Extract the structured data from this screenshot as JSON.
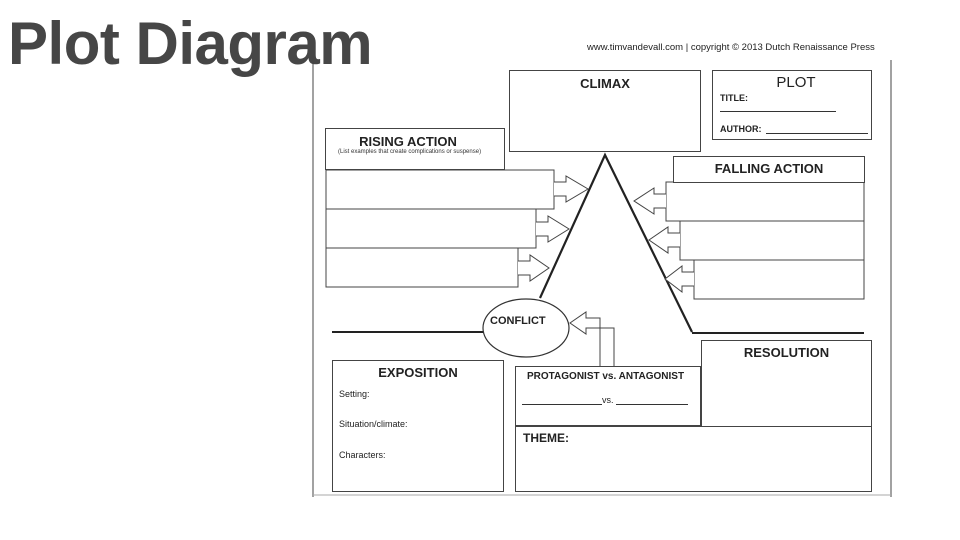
{
  "slide": {
    "title": "Plot Diagram"
  },
  "worksheet": {
    "credit": "www.timvandevall.com | copyright © 2013 Dutch Renaissance Press",
    "climax": {
      "label": "CLIMAX"
    },
    "plot_box": {
      "heading": "PLOT",
      "title_label": "TITLE:",
      "author_label": "AUTHOR:"
    },
    "rising_action": {
      "label": "RISING ACTION",
      "note": "(List examples that create complications or suspense)"
    },
    "falling_action": {
      "label": "FALLING ACTION"
    },
    "conflict": {
      "label": "CONFLICT"
    },
    "exposition": {
      "label": "EXPOSITION",
      "fields": [
        "Setting:",
        "Situation/climate:",
        "Characters:"
      ]
    },
    "protagonist": {
      "label": "PROTAGONIST vs. ANTAGONIST",
      "vs": "vs."
    },
    "resolution": {
      "label": "RESOLUTION"
    },
    "theme": {
      "label": "THEME:"
    }
  }
}
